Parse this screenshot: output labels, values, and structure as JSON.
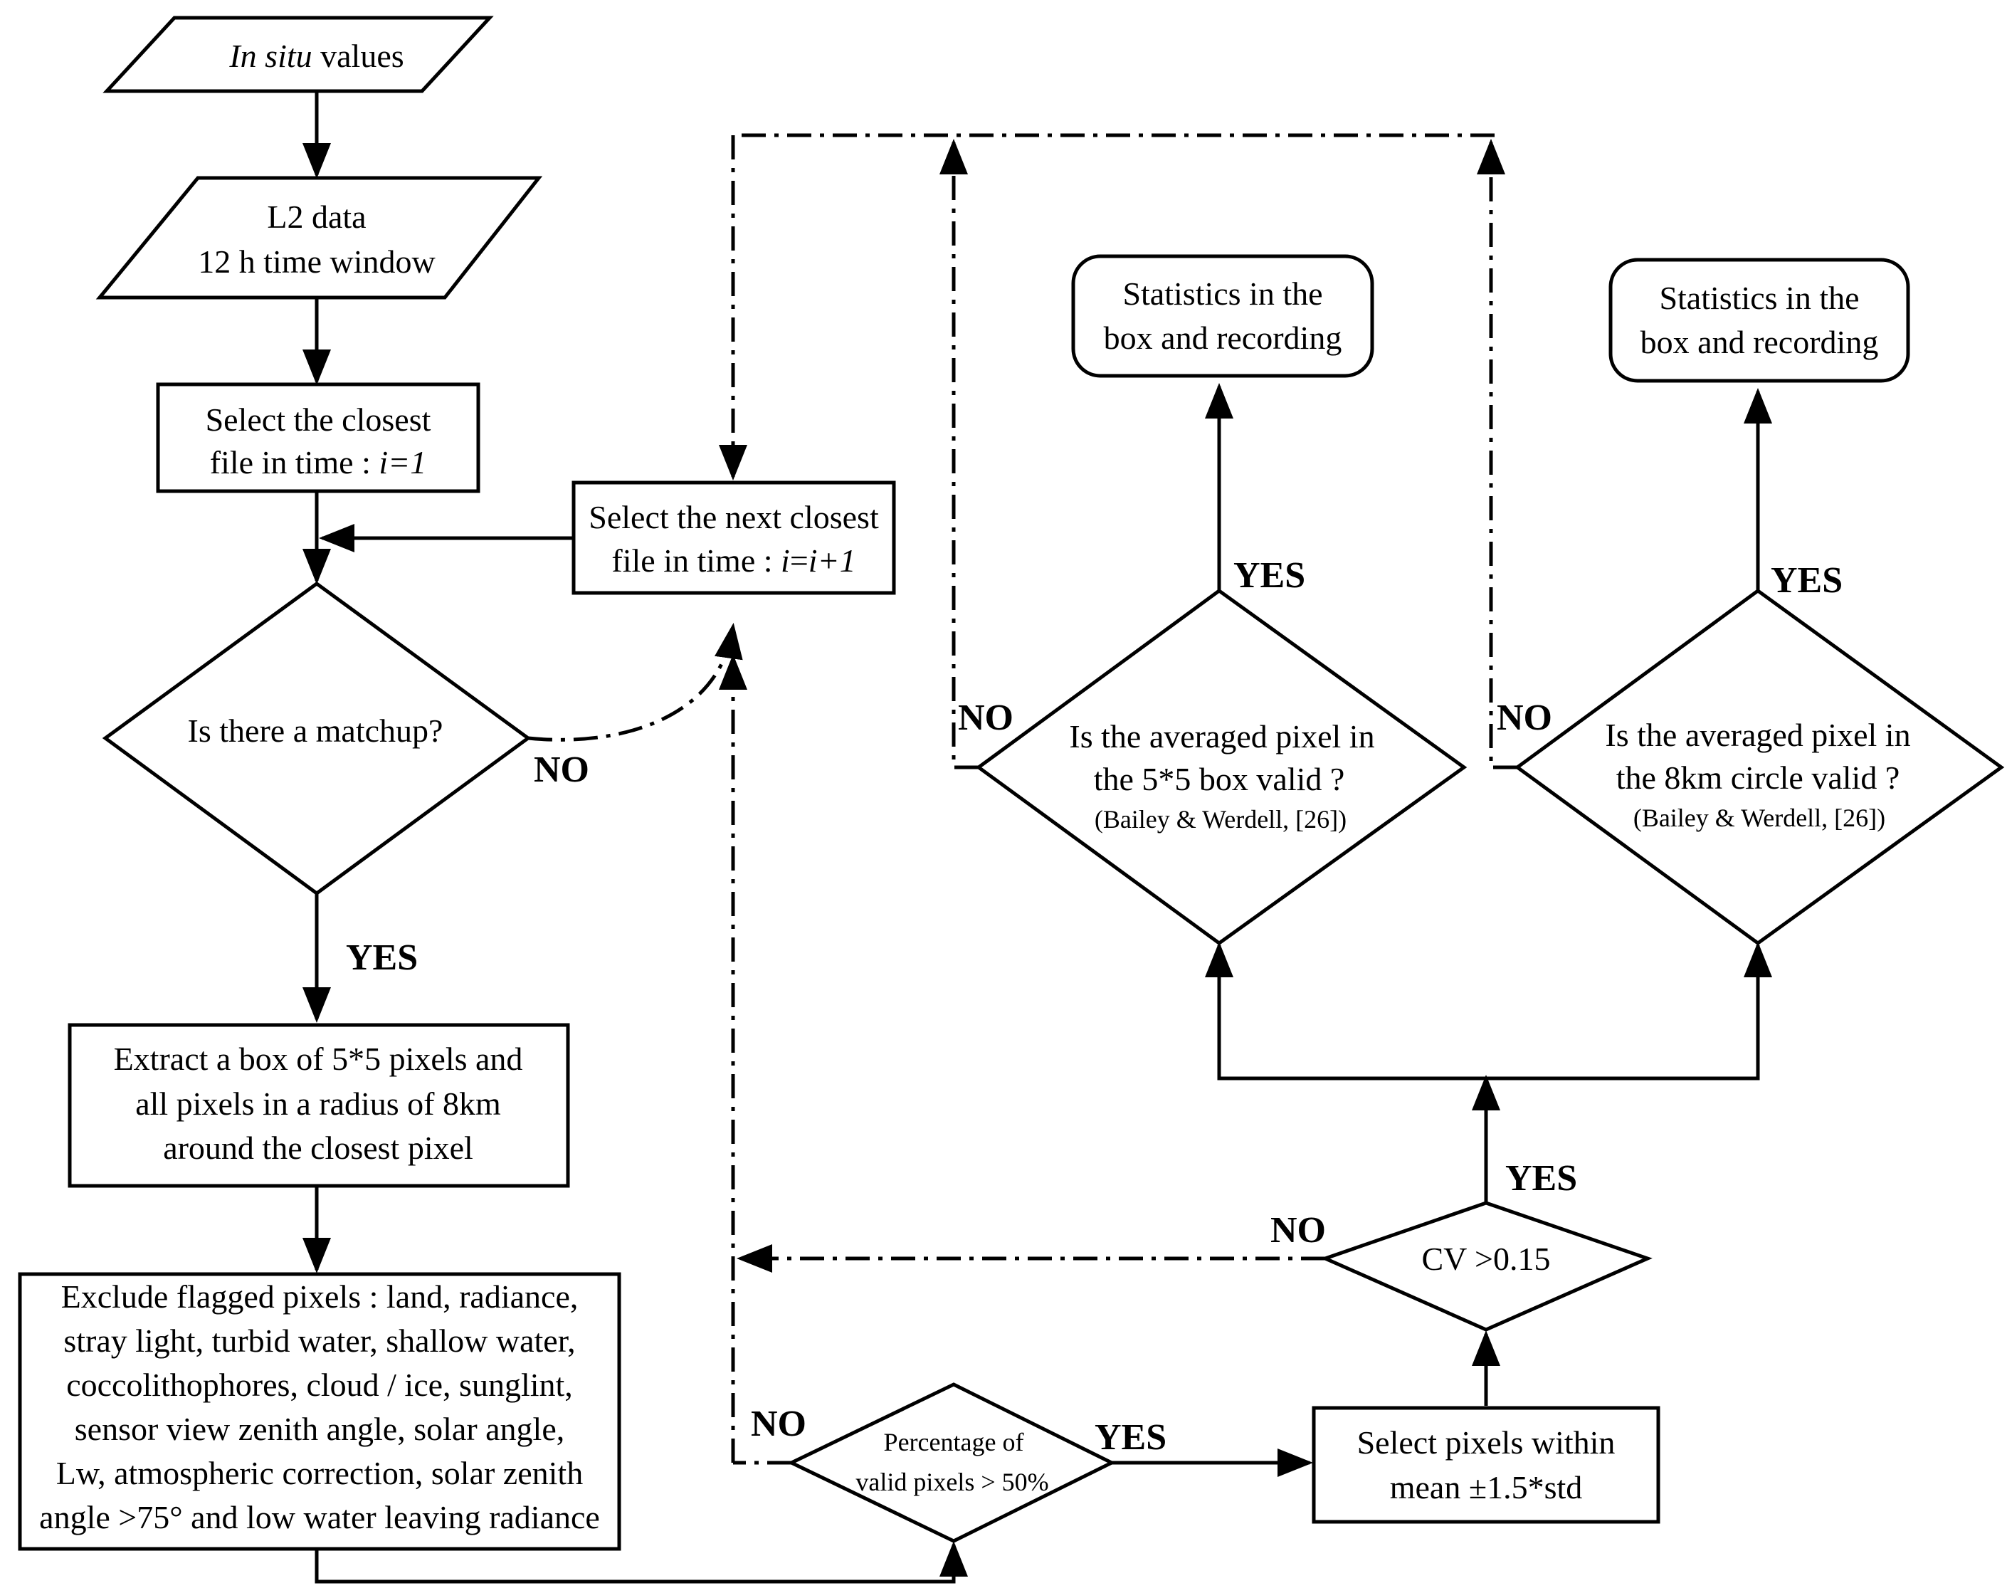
{
  "colors": {
    "stroke": "#000000",
    "background": "#ffffff"
  },
  "nodes": {
    "in_situ": {
      "prefix": "In situ",
      "suffix": " values"
    },
    "l2_data": {
      "line1": "L2 data",
      "line2": "12 h time window"
    },
    "select_closest": {
      "line1": "Select the closest",
      "line2_prefix": "file in time : ",
      "line2_math": "i=1"
    },
    "select_next": {
      "line1": "Select the next closest",
      "line2_prefix": "file in time : ",
      "line2_math_a": "i",
      "line2_eq": "=",
      "line2_math_b": "i",
      "line2_tail": "+1"
    },
    "matchup": {
      "text": "Is there a matchup?"
    },
    "extract_box": {
      "line1": "Extract a box of 5*5 pixels and",
      "line2": "all pixels in a radius of 8km",
      "line3": "around the closest pixel"
    },
    "exclude_flagged": {
      "lines": [
        "Exclude flagged pixels : land, radiance,",
        "stray light, turbid water, shallow water,",
        "coccolithophores, cloud / ice, sunglint,",
        "sensor view zenith angle, solar angle,",
        "Lw, atmospheric correction, solar zenith",
        "angle >75° and low water leaving radiance"
      ]
    },
    "percentage_valid": {
      "line1": "Percentage of",
      "line2": "valid pixels > 50%"
    },
    "select_within": {
      "line1": "Select pixels within",
      "line2": "mean ±1.5*std"
    },
    "cv_check": {
      "text": "CV >0.15"
    },
    "box_valid": {
      "line1": "Is the averaged pixel in",
      "line2": "the 5*5 box valid ?",
      "line3": "(Bailey & Werdell, [26])"
    },
    "circle_valid": {
      "line1": "Is the averaged pixel in",
      "line2": "the 8km circle valid ?",
      "line3": "(Bailey & Werdell, [26])"
    },
    "stats_box": {
      "line1": "Statistics in the",
      "line2": "box and recording"
    },
    "stats_circle": {
      "line1": "Statistics in the",
      "line2": "box and recording"
    }
  },
  "edge_labels": {
    "matchup_no": "NO",
    "matchup_yes": "YES",
    "percentage_no": "NO",
    "percentage_yes": "YES",
    "cv_no": "NO",
    "cv_yes": "YES",
    "box_no": "NO",
    "box_yes": "YES",
    "circle_no": "NO",
    "circle_yes": "YES"
  }
}
